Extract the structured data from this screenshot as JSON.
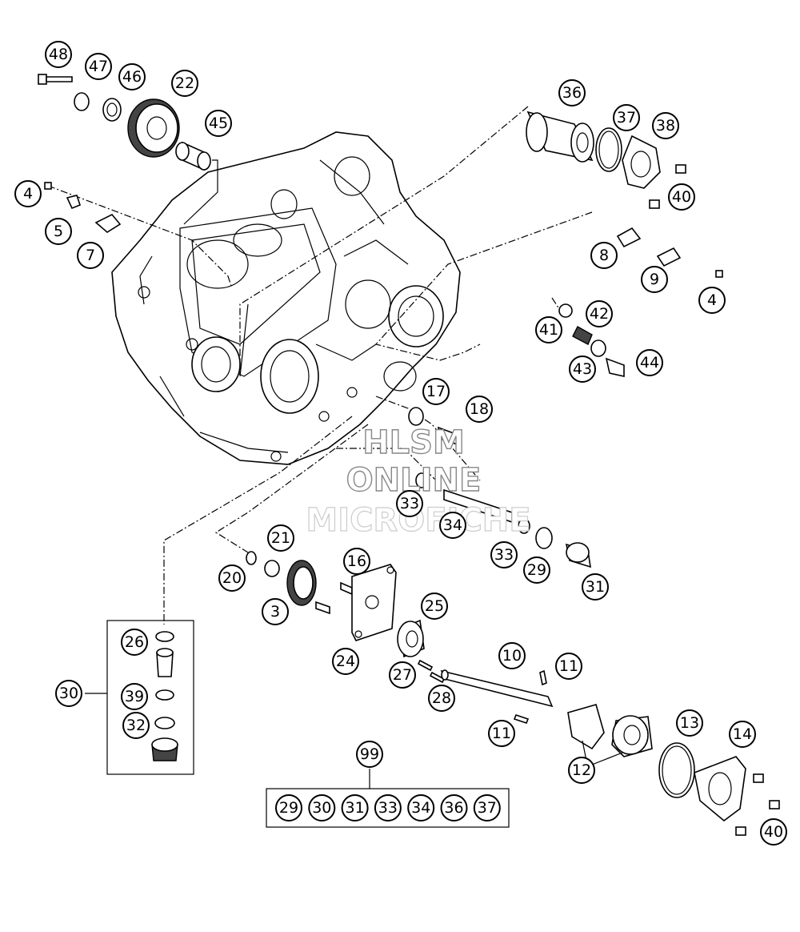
{
  "callouts": {
    "c48": "48",
    "c47": "47",
    "c46": "46",
    "c22": "22",
    "c45": "45",
    "c4a": "4",
    "c5": "5",
    "c7": "7",
    "c36": "36",
    "c37": "37",
    "c38": "38",
    "c40a": "40",
    "c8": "8",
    "c9": "9",
    "c4b": "4",
    "c42": "42",
    "c41": "41",
    "c43": "43",
    "c44": "44",
    "c17": "17",
    "c18": "18",
    "c33a": "33",
    "c34": "34",
    "c33b": "33",
    "c29": "29",
    "c31": "31",
    "c21": "21",
    "c20": "20",
    "c16": "16",
    "c3": "3",
    "c25": "25",
    "c24": "24",
    "c10": "10",
    "c11a": "11",
    "c27": "27",
    "c28": "28",
    "c11b": "11",
    "c26": "26",
    "c30": "30",
    "c39": "39",
    "c32": "32",
    "c13": "13",
    "c14": "14",
    "c12": "12",
    "c40b": "40",
    "c99": "99"
  },
  "kit_items": [
    "29",
    "30",
    "31",
    "33",
    "34",
    "36",
    "37"
  ],
  "watermark": {
    "line1": "HLSM",
    "line2": "ONLINE",
    "line3": "MICROFICHE"
  }
}
